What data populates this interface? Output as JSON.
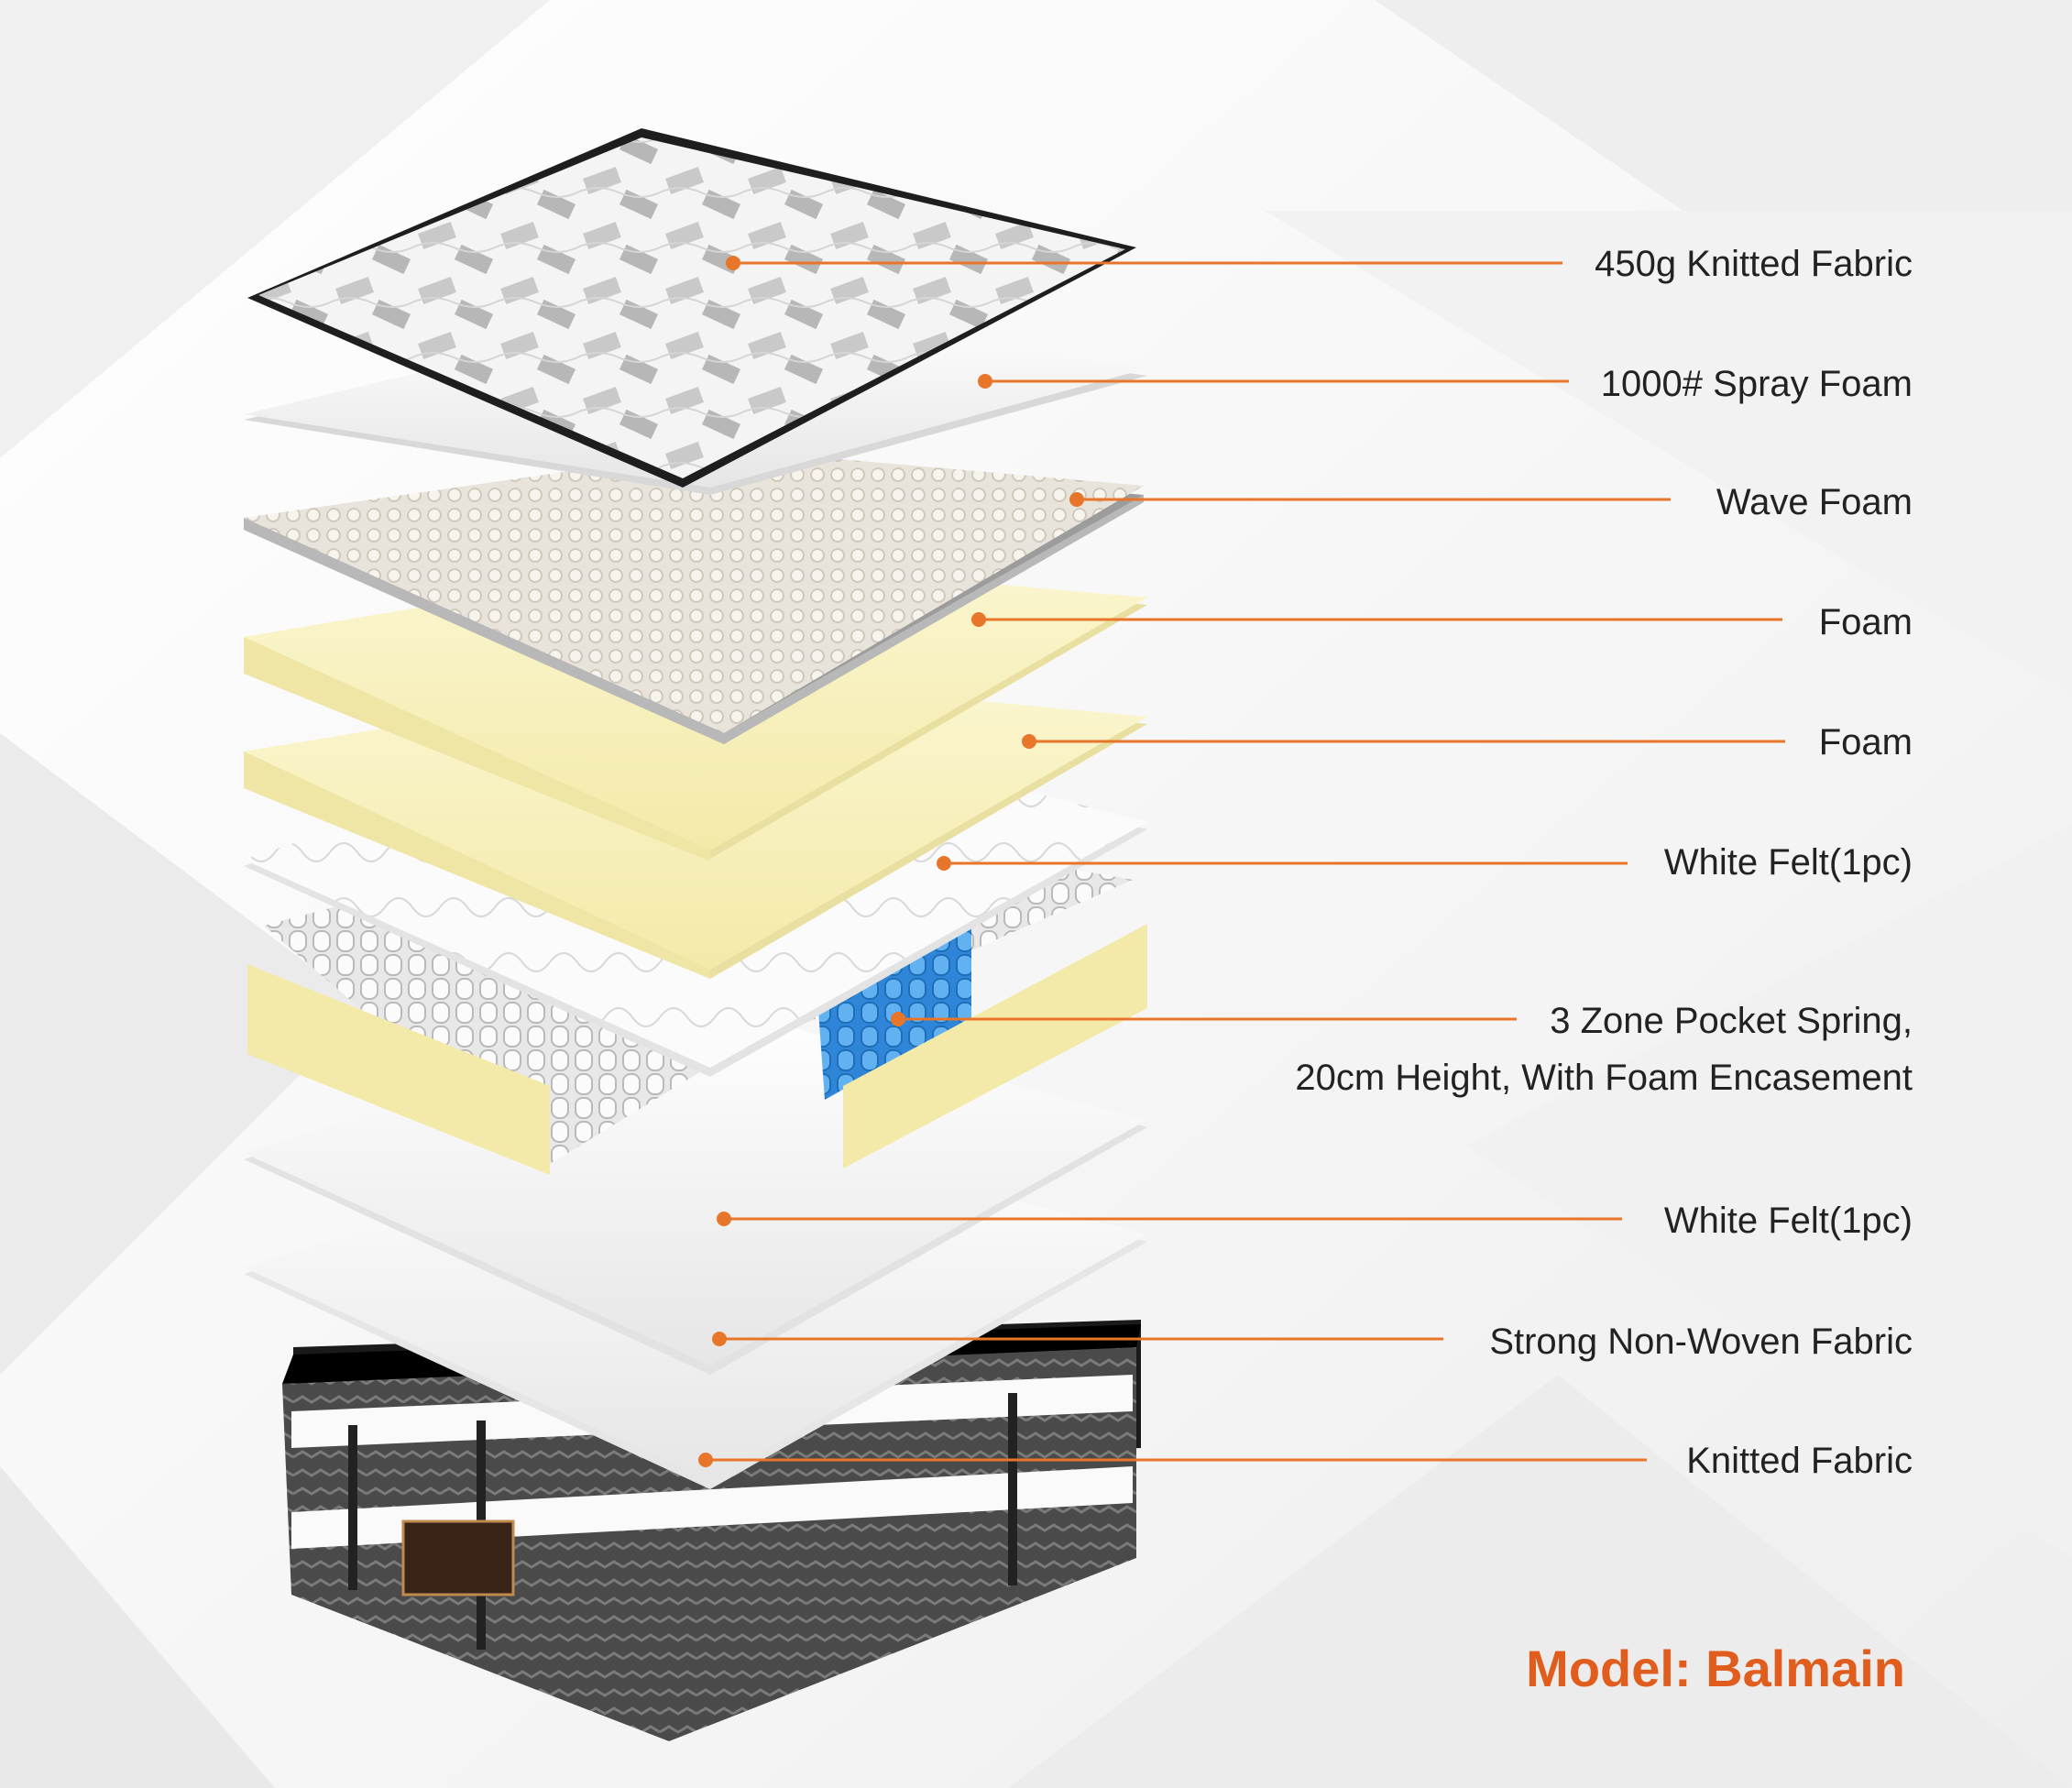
{
  "accent_color": "#e8762a",
  "model_label": "Model: Balmain",
  "layers": [
    {
      "label": "450g Knitted Fabric",
      "icon": "knitted-fabric-top"
    },
    {
      "label": "1000# Spray Foam",
      "icon": "spray-foam-sheet"
    },
    {
      "label": "Wave  Foam",
      "icon": "wave-foam-sheet"
    },
    {
      "label": "Foam",
      "icon": "yellow-foam-sheet"
    },
    {
      "label": "Foam",
      "icon": "yellow-foam-sheet"
    },
    {
      "label": "White Felt(1pc)",
      "icon": "white-felt-sheet"
    },
    {
      "label_line1": "3 Zone Pocket Spring,",
      "label_line2": "20cm Height, With Foam Encasement",
      "icon": "pocket-spring-unit"
    },
    {
      "label": "White Felt(1pc)",
      "icon": "white-felt-sheet"
    },
    {
      "label": "Strong Non-Woven Fabric",
      "icon": "non-woven-sheet"
    },
    {
      "label": "Knitted Fabric",
      "icon": "knitted-fabric-bottom"
    }
  ]
}
